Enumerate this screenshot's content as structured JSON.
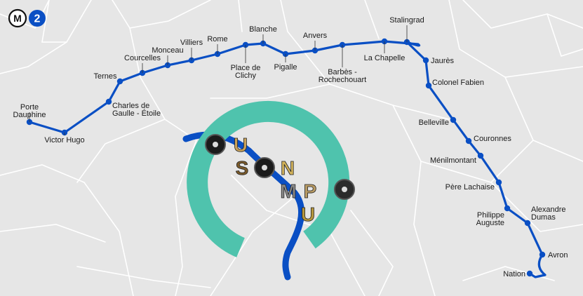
{
  "line": {
    "metro_letter": "M",
    "number": "2",
    "color": "#0a4fc4"
  },
  "logo": {
    "letters": [
      "O",
      "U",
      "S",
      "O",
      "N",
      "M",
      "P",
      "O",
      "U"
    ],
    "ring_color": "#4fc3ad"
  },
  "stations": [
    {
      "name": "Porte Dauphine",
      "lines": [
        "Porte",
        "Dauphine"
      ]
    },
    {
      "name": "Victor Hugo",
      "lines": [
        "Victor Hugo"
      ]
    },
    {
      "name": "Charles de Gaulle - Étoile",
      "lines": [
        "Charles de",
        "Gaulle - Étoile"
      ]
    },
    {
      "name": "Ternes",
      "lines": [
        "Ternes"
      ]
    },
    {
      "name": "Courcelles",
      "lines": [
        "Courcelles"
      ]
    },
    {
      "name": "Monceau",
      "lines": [
        "Monceau"
      ]
    },
    {
      "name": "Villiers",
      "lines": [
        "Villiers"
      ]
    },
    {
      "name": "Rome",
      "lines": [
        "Rome"
      ]
    },
    {
      "name": "Place de Clichy",
      "lines": [
        "Place de",
        "Clichy"
      ]
    },
    {
      "name": "Blanche",
      "lines": [
        "Blanche"
      ]
    },
    {
      "name": "Pigalle",
      "lines": [
        "Pigalle"
      ]
    },
    {
      "name": "Anvers",
      "lines": [
        "Anvers"
      ]
    },
    {
      "name": "Barbès - Rochechouart",
      "lines": [
        "Barbès -",
        "Rochechouart"
      ]
    },
    {
      "name": "La Chapelle",
      "lines": [
        "La Chapelle"
      ]
    },
    {
      "name": "Stalingrad",
      "lines": [
        "Stalingrad"
      ]
    },
    {
      "name": "Jaurès",
      "lines": [
        "Jaurès"
      ]
    },
    {
      "name": "Colonel Fabien",
      "lines": [
        "Colonel Fabien"
      ]
    },
    {
      "name": "Belleville",
      "lines": [
        "Belleville"
      ]
    },
    {
      "name": "Couronnes",
      "lines": [
        "Couronnes"
      ]
    },
    {
      "name": "Ménilmontant",
      "lines": [
        "Ménilmontant"
      ]
    },
    {
      "name": "Père Lachaise",
      "lines": [
        "Père Lachaise"
      ]
    },
    {
      "name": "Philippe Auguste",
      "lines": [
        "Philippe",
        "Auguste"
      ]
    },
    {
      "name": "Alexandre Dumas",
      "lines": [
        "Alexandre",
        "Dumas"
      ]
    },
    {
      "name": "Avron",
      "lines": [
        "Avron"
      ]
    },
    {
      "name": "Nation",
      "lines": [
        "Nation"
      ]
    }
  ]
}
